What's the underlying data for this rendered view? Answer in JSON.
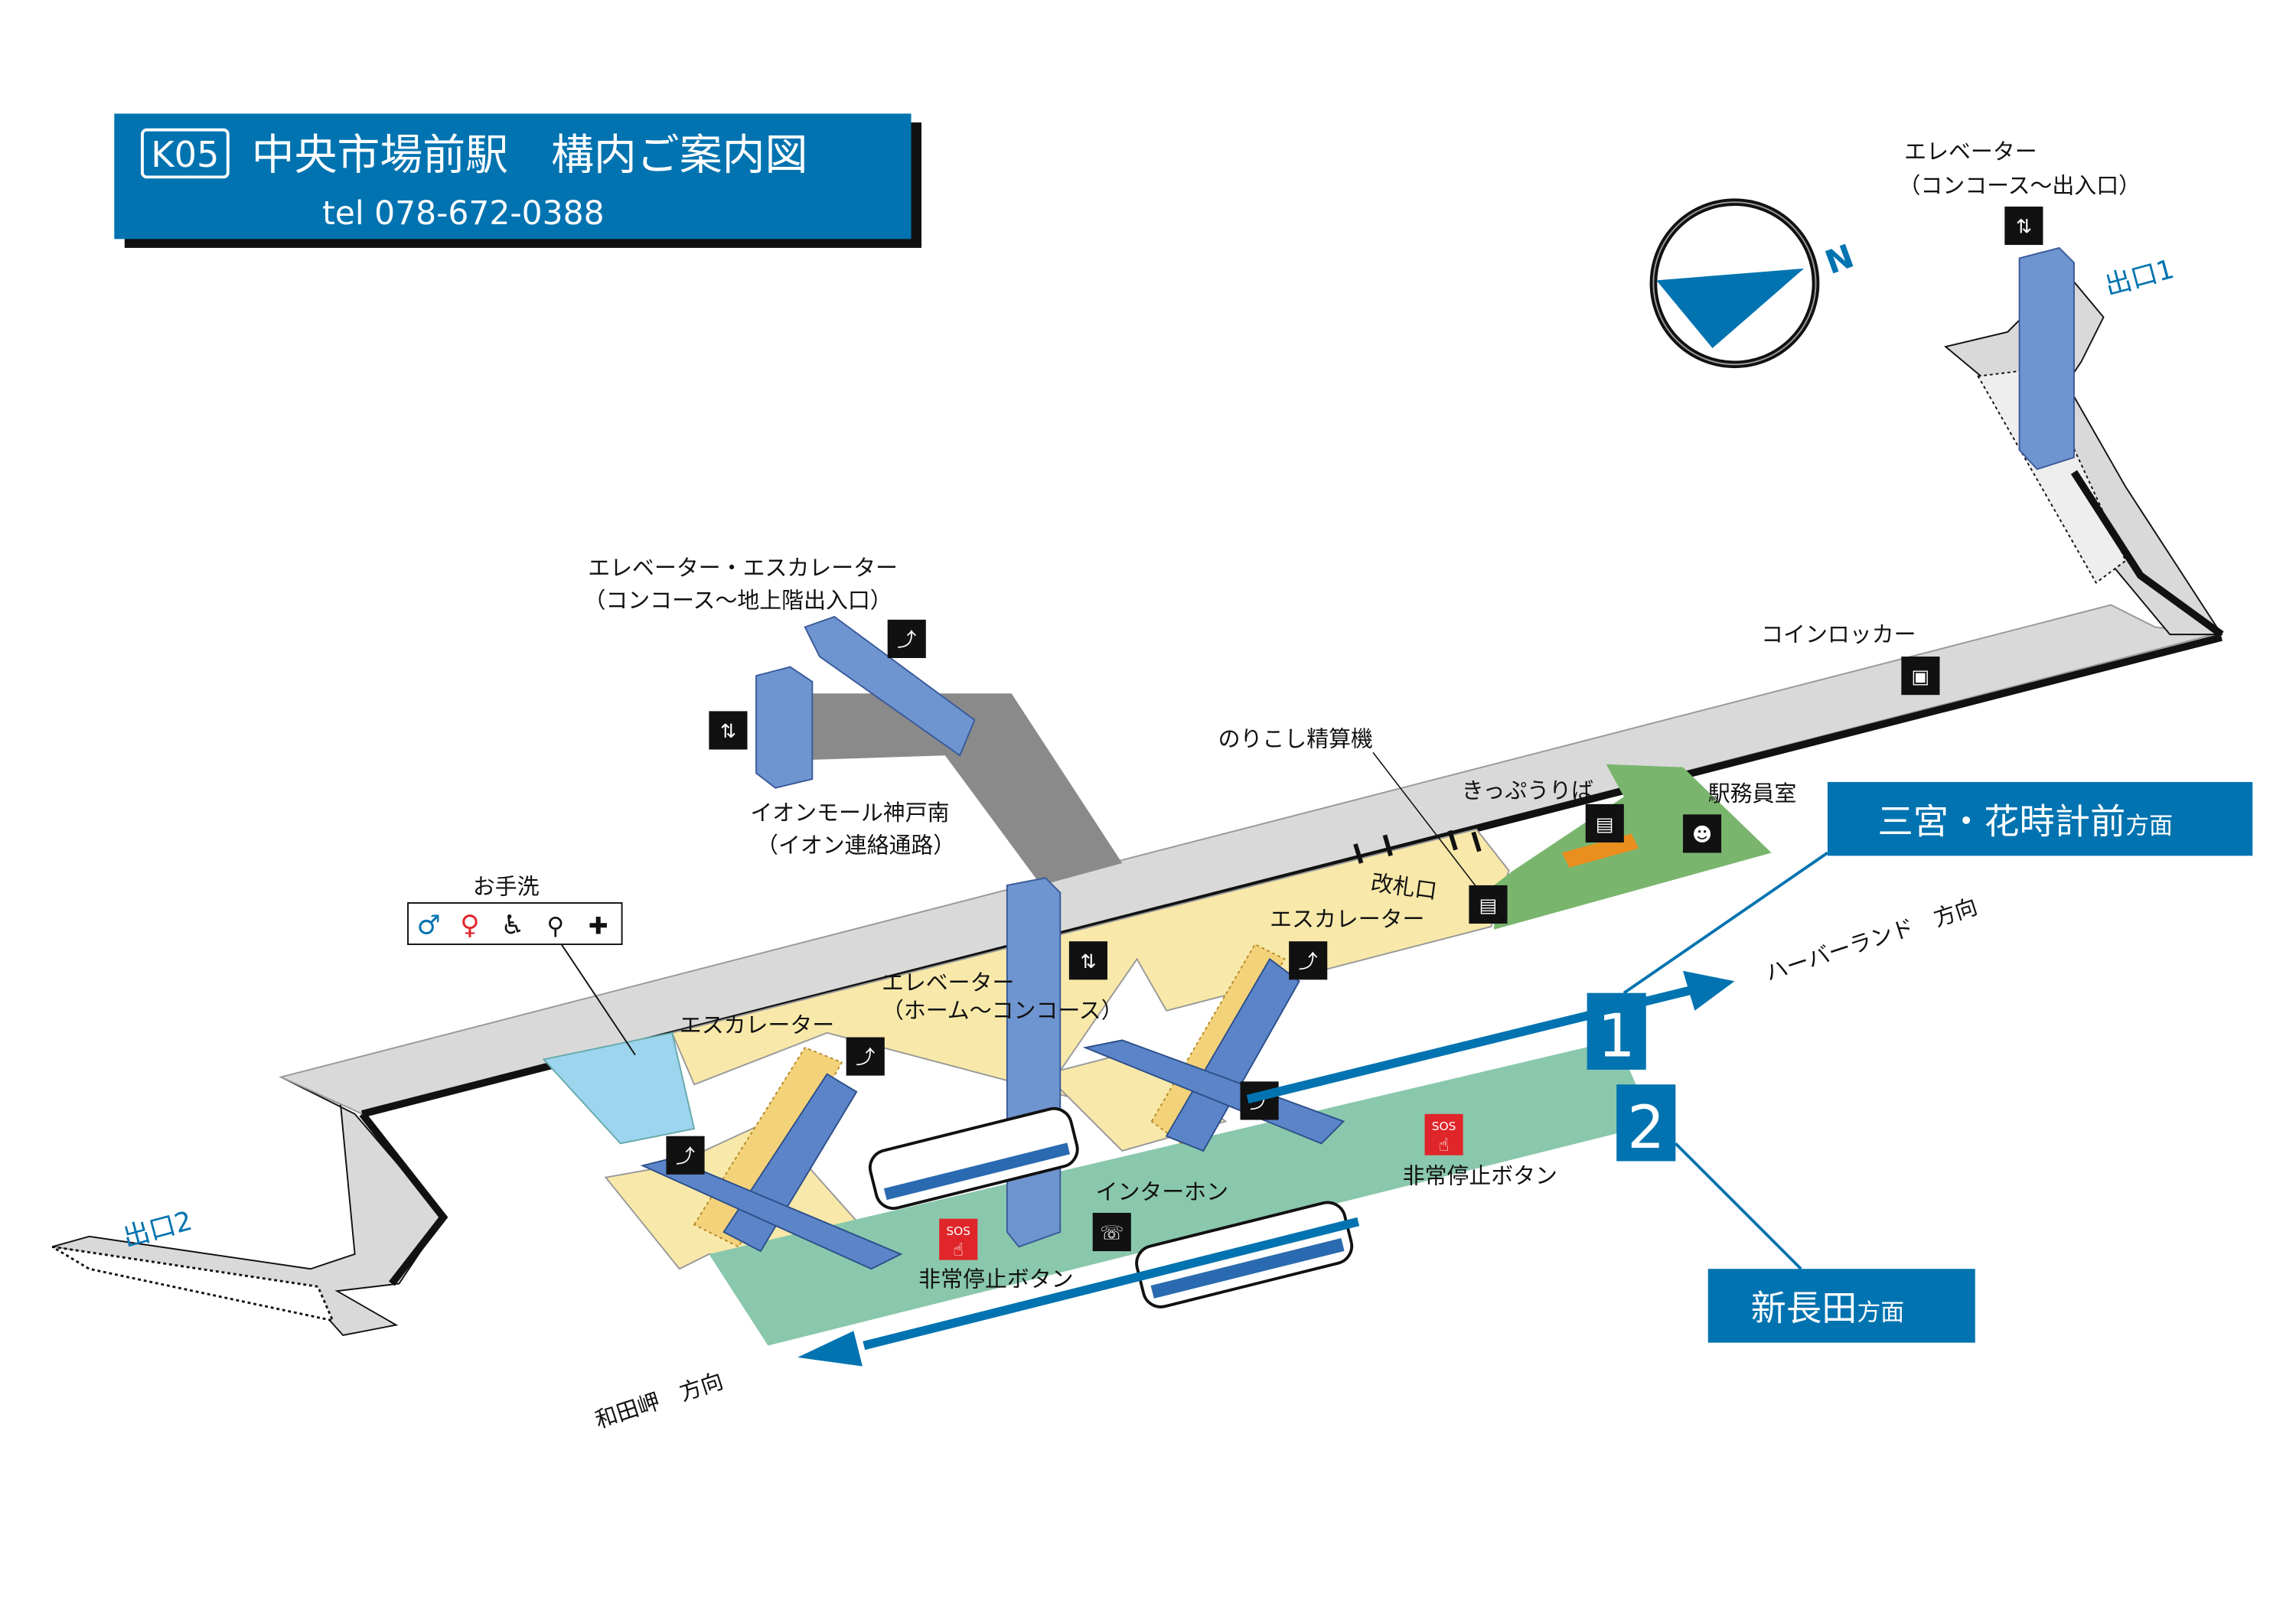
{
  "title": {
    "station_code": "K05",
    "station_name": "中央市場前駅　構内ご案内図",
    "tel": "tel 078-672-0388"
  },
  "compass": {
    "north_label": "N"
  },
  "labels": {
    "elevator_exit1_line1": "エレベーター",
    "elevator_exit1_line2": "（コンコース～出入口）",
    "exit1": "出口1",
    "exit2": "出口2",
    "elev_esc_aeon_line1": "エレベーター・エスカレーター",
    "elev_esc_aeon_line2": "（コンコース～地上階出入口）",
    "aeon_line1": "イオンモール神戸南",
    "aeon_line2": "（イオン連絡通路）",
    "coin_locker": "コインロッカー",
    "fare_adjust": "のりこし精算機",
    "ticket_sales": "きっぷうりば",
    "station_office": "駅務員室",
    "ticket_gate": "改札口",
    "escalator_right": "エスカレーター",
    "escalator_left": "エスカレーター",
    "elevator_platform_line1": "エレベーター",
    "elevator_platform_line2": "（ホーム～コンコース）",
    "restroom": "お手洗",
    "intercom": "インターホン",
    "emergency_stop_1": "非常停止ボタン",
    "emergency_stop_2": "非常停止ボタン",
    "harborland_dir": "ハーバーランド　方向",
    "wadamisaki_dir": "和田岬　方向",
    "sos": "SOS"
  },
  "platforms": {
    "track1": "1",
    "track2": "2",
    "sannomiya_main": "三宮・花時計前",
    "sannomiya_suffix": "方面",
    "shinnagata_main": "新長田",
    "shinnagata_suffix": "方面"
  },
  "colors": {
    "brand_blue": "#0073b0",
    "concourse_gray": "#d9d9d9",
    "concourse_yellow": "#f8e9aa",
    "platform_green": "#8ac8ad",
    "office_green": "#7ab56e",
    "elevator_blue": "#6e95d0",
    "restroom_blue": "#9dd4ee",
    "sos_red": "#e0262a"
  }
}
